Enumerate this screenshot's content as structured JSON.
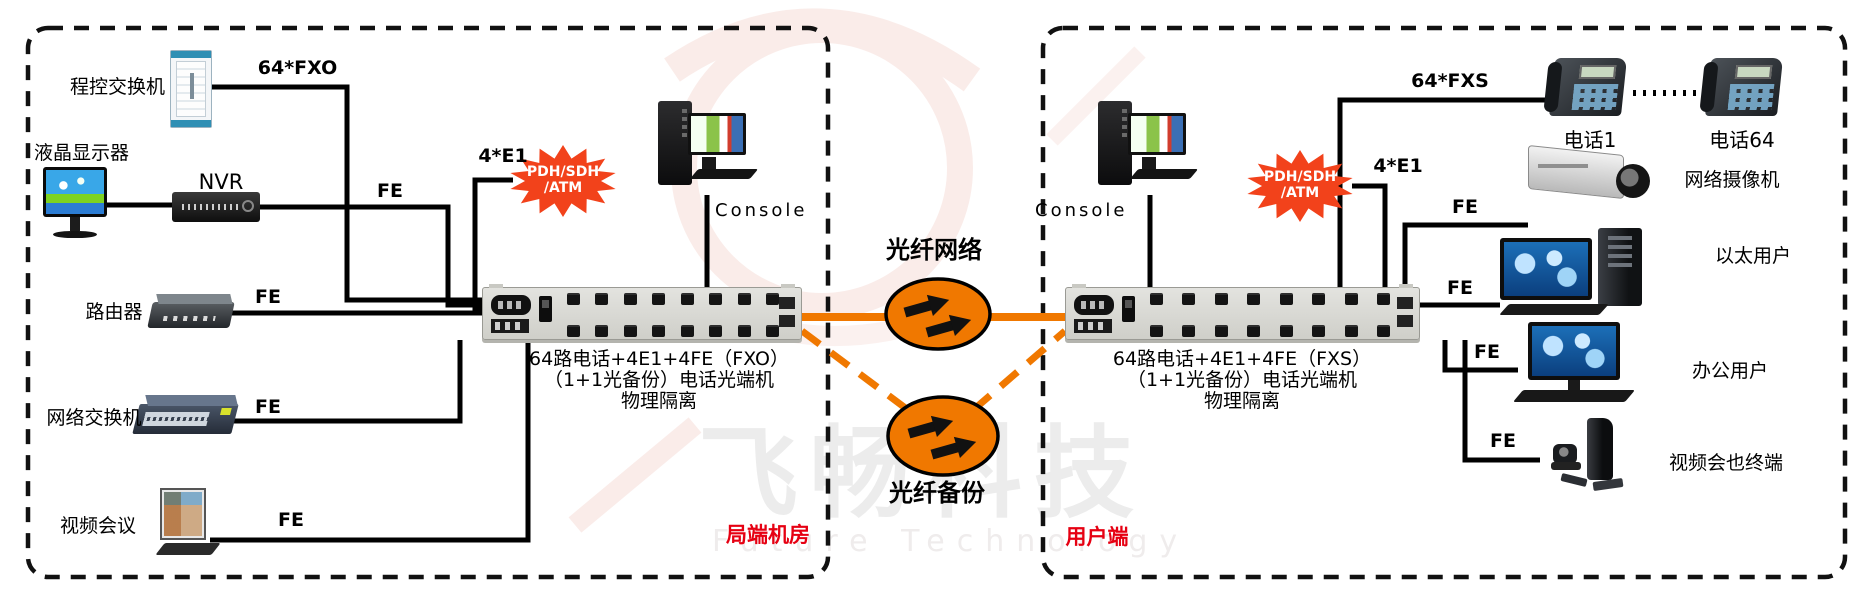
{
  "colors": {
    "fiber_orange": "#f07800",
    "burst_red": "#f2421b",
    "zone_label_red": "#e60012",
    "wire_black": "#000000",
    "watermark_gray": "#ececec"
  },
  "watermark": {
    "cn": "飞畅科技",
    "en": "Future Technology"
  },
  "fiber": {
    "main_label": "光纤网络",
    "backup_label": "光纤备份"
  },
  "left_zone": {
    "zone_label": "局端机房",
    "pbx_label": "程控交换机",
    "pbx_wire_label": "64*FXO",
    "lcd_label": "液晶显示器",
    "nvr_label": "NVR",
    "nvr_wire_label": "FE",
    "router_label": "路由器",
    "router_wire_label": "FE",
    "switch_label": "网络交换机",
    "switch_wire_label": "FE",
    "videoconf_label": "视频会议",
    "videoconf_wire_label": "FE",
    "e1_label": "4*E1",
    "burst_line1": "PDH/SDH",
    "burst_line2": "/ATM",
    "console_label": "Console",
    "terminal_line1": "64路电话+4E1+4FE（FXO）",
    "terminal_line2": "（1+1光备份）电话光端机",
    "terminal_line3": "物理隔离"
  },
  "right_zone": {
    "zone_label": "用户端",
    "fxs_wire_label": "64*FXS",
    "phone1_label": "电话1",
    "phone64_label": "电话64",
    "camera_label": "网络摄像机",
    "camera_wire_label": "FE",
    "ethernet_label": "以太用户",
    "ethernet_wire_label": "FE",
    "office_label": "办公用户",
    "office_wire_label": "FE",
    "video_label": "视频会也终端",
    "video_wire_label": "FE",
    "e1_label": "4*E1",
    "burst_line1": "PDH/SDH",
    "burst_line2": "/ATM",
    "console_label": "Console",
    "terminal_line1": "64路电话+4E1+4FE（FXS）",
    "terminal_line2": "（1+1光备份）电话光端机",
    "terminal_line3": "物理隔离"
  }
}
